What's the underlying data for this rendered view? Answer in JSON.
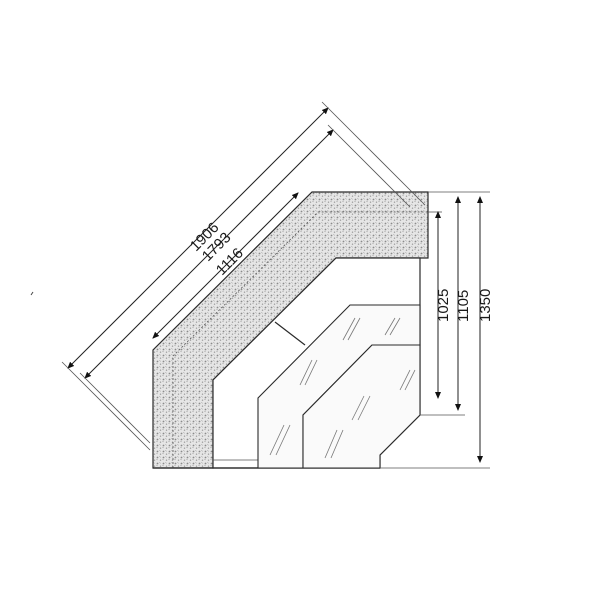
{
  "diagram": {
    "diagonal_dimensions": [
      "1906",
      "1793",
      "1116"
    ],
    "vertical_dimensions": [
      "1025",
      "1105",
      "1350"
    ],
    "colors": {
      "line": "#2a2a2a",
      "texture_fill": "#e6e6e6",
      "texture_dot": "#8a8a8a",
      "background": "#ffffff"
    }
  }
}
